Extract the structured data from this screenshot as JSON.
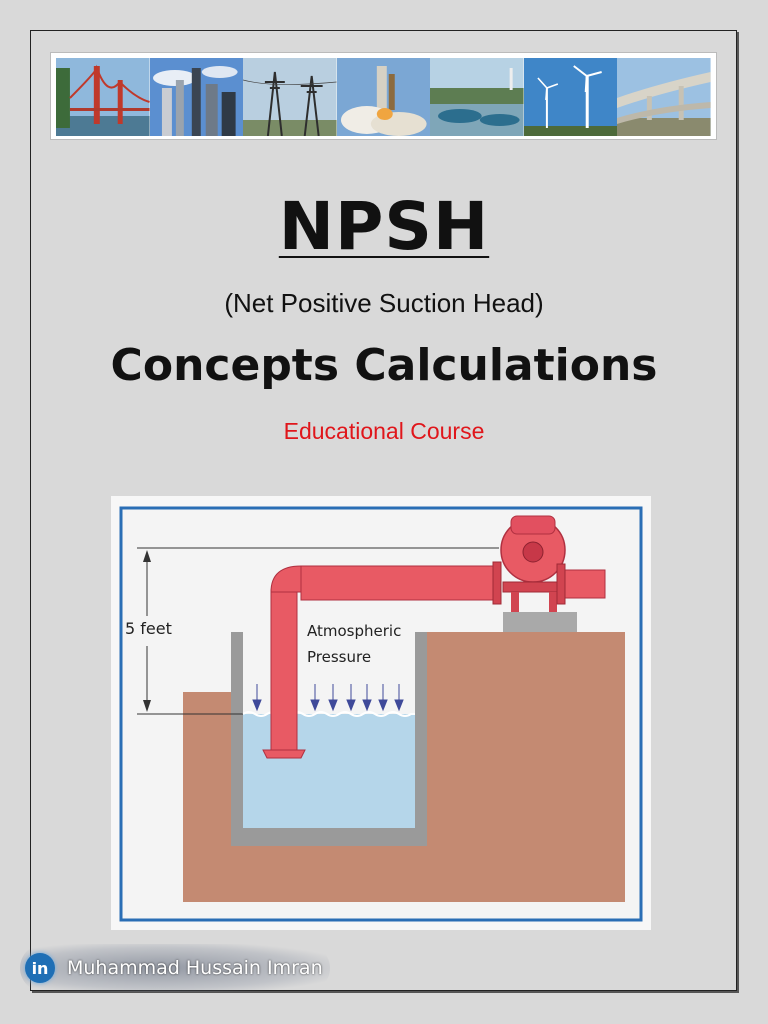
{
  "banner": {
    "tiles": [
      "golden-gate-bridge",
      "city-skyline",
      "power-transmission-towers",
      "rocket-launch",
      "water-treatment-plant",
      "wind-turbines",
      "highway-overpass"
    ]
  },
  "title": "NPSH",
  "subtitle": "(Net Positive Suction Head)",
  "heading": "Concepts Calculations",
  "course_label": "Educational Course",
  "diagram": {
    "height_label": "5 feet",
    "pressure_label_line1": "Atmospheric",
    "pressure_label_line2": "Pressure"
  },
  "author": {
    "icon": "linkedin-icon",
    "icon_text": "in",
    "name": "Muhammad Hussain Imran"
  },
  "colors": {
    "background": "#d9d9d9",
    "course_label": "#e0161b",
    "pipe": "#e85a64",
    "ground": "#c48a72",
    "water": "#b5d6ea",
    "frame_blue": "#2a6eb5"
  }
}
